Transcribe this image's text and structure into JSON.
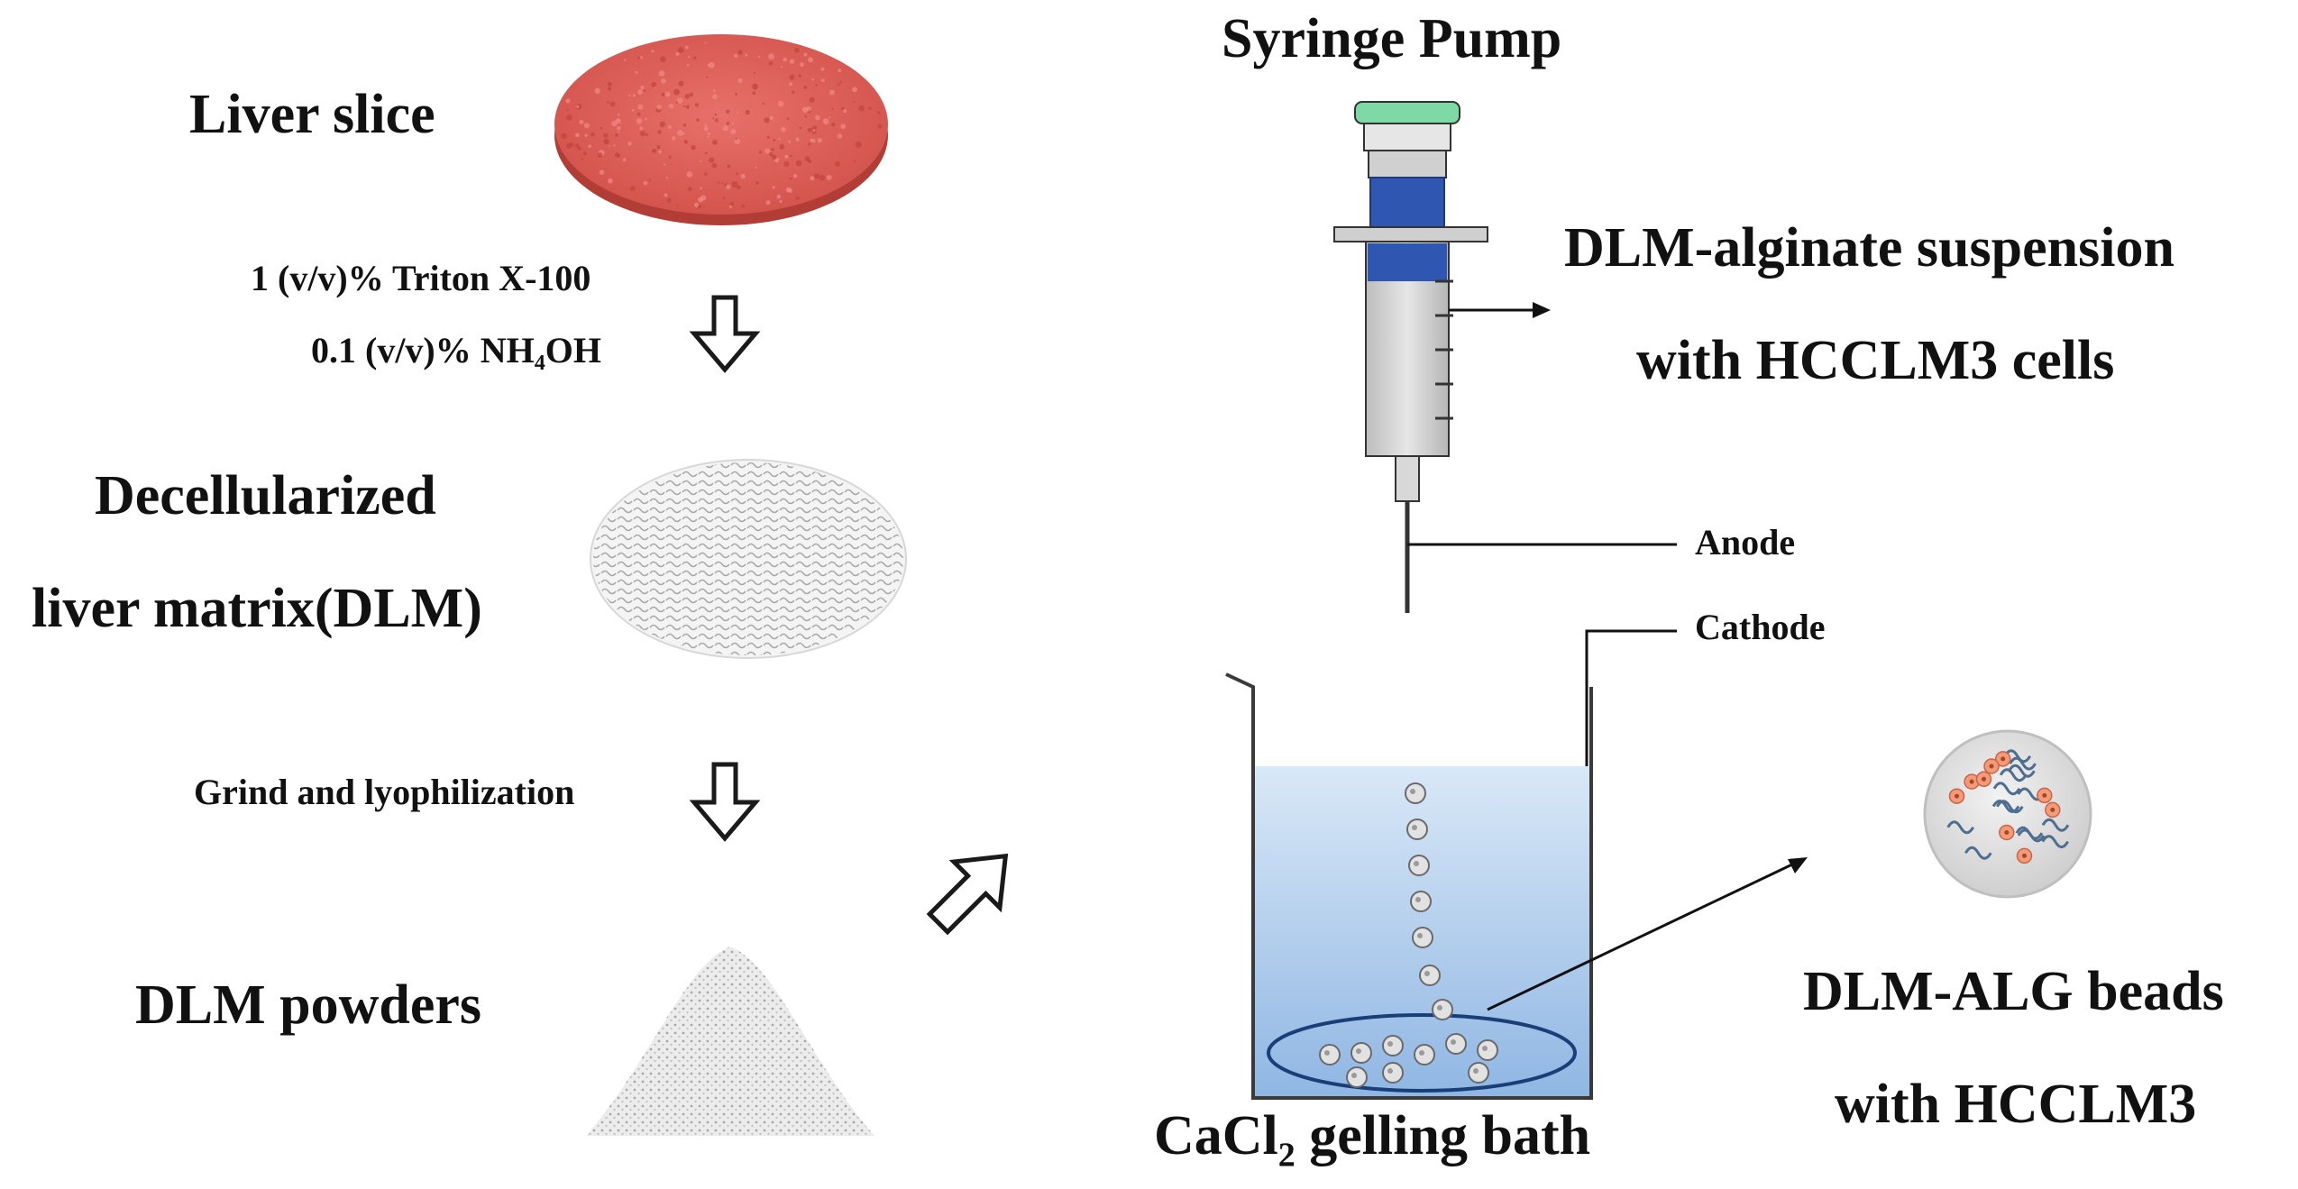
{
  "left": {
    "liver_slice": "Liver slice",
    "step1_line1": "1 (v/v)% Triton X-100",
    "step1_line2": "0.1 (v/v)% NH₄OH",
    "dlm_line1": "Decellularized",
    "dlm_line2": "liver matrix(DLM)",
    "step2": "Grind and lyophilization",
    "powders": "DLM powders"
  },
  "right": {
    "syringe_pump": "Syringe Pump",
    "suspension_line1": "DLM-alginate suspension",
    "suspension_line2": "with HCCLM3 cells",
    "anode": "Anode",
    "cathode": "Cathode",
    "bath_prefix": "CaCl",
    "bath_sub": "2",
    "bath_suffix": " gelling bath",
    "beads_line1": "DLM-ALG beads",
    "beads_line2": "with HCCLM3"
  },
  "colors": {
    "liver": "#e0605a",
    "liver_dark": "#c9463f",
    "syringe_cap": "#7ed9a6",
    "syringe_plunger": "#2f56b0",
    "syringe_barrel": "#d4d4d4",
    "bath_water": "#b9d3ee",
    "cells": "#f39a76",
    "text": "#111111"
  }
}
